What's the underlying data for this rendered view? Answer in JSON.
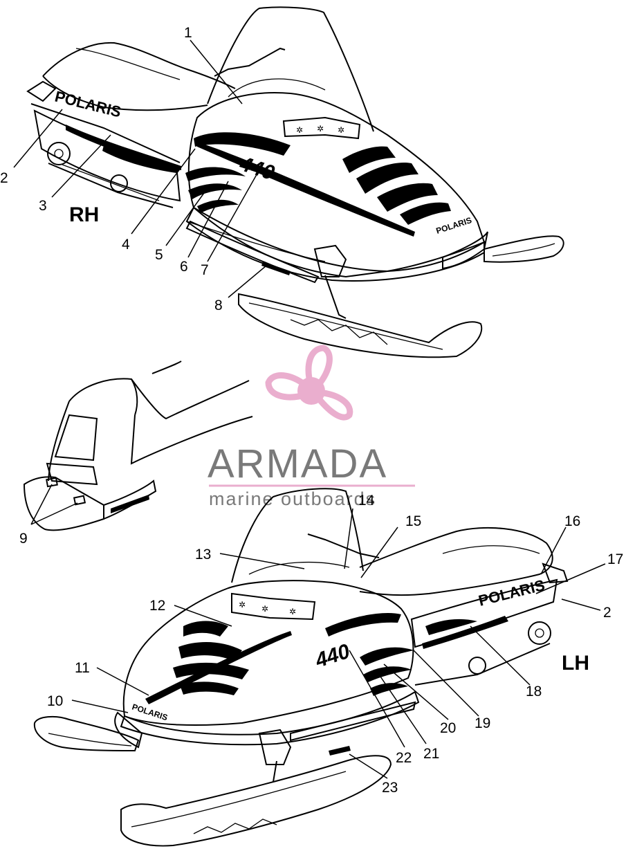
{
  "sides": {
    "rh": "RH",
    "lh": "LH"
  },
  "decals": {
    "brand": "POLARIS",
    "model": "440"
  },
  "watermark": {
    "title": "ARMADA",
    "subtitle": "marine outboards",
    "color": "#e8a6c9"
  },
  "callouts_rh": [
    "1",
    "2",
    "3",
    "4",
    "5",
    "6",
    "7",
    "8"
  ],
  "callouts_hood": [
    "9"
  ],
  "callouts_lh": [
    "13",
    "14",
    "15",
    "16",
    "17",
    "2",
    "12",
    "11",
    "10",
    "22",
    "21",
    "20",
    "19",
    "18",
    "23"
  ]
}
